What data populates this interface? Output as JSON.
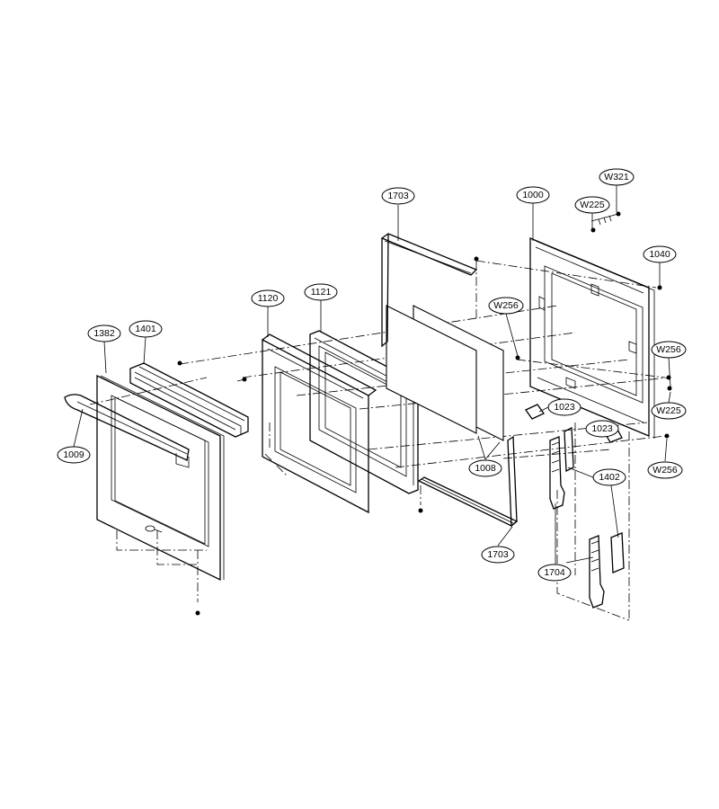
{
  "labels": {
    "l1703_top": "1703",
    "l1000": "1000",
    "lW321": "W321",
    "lW225_top": "W225",
    "l1040": "1040",
    "l1120": "1120",
    "l1121": "1121",
    "lW256_mid": "W256",
    "l1382": "1382",
    "l1401": "1401",
    "lW256_right": "W256",
    "lW225_right": "W225",
    "l1023_a": "1023",
    "l1023_b": "1023",
    "l1009": "1009",
    "l1008": "1008",
    "lW256_low": "W256",
    "l1402": "1402",
    "l1703_bottom": "1703",
    "l1704": "1704"
  }
}
